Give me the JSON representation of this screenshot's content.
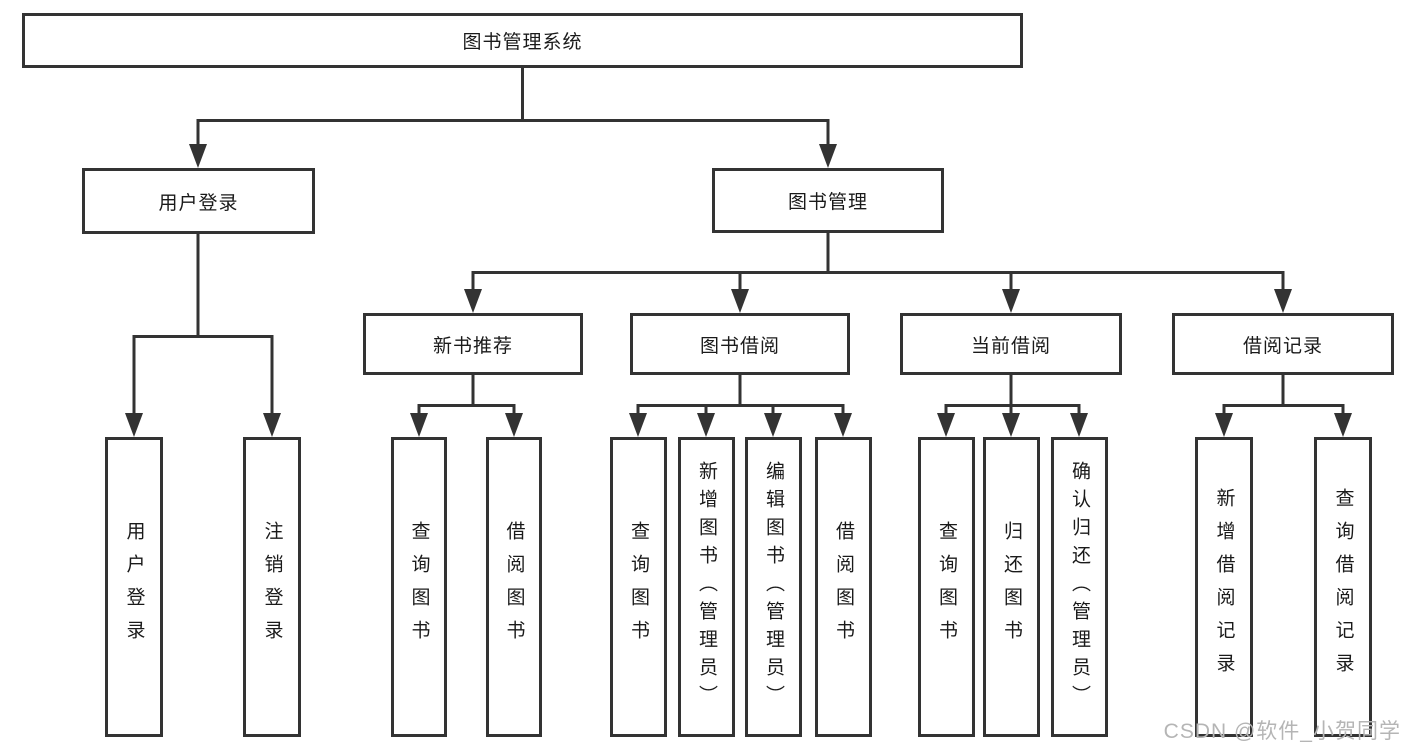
{
  "watermark": "CSDN @软件_小贺同学",
  "colors": {
    "line": "#333333",
    "box_border": "#333333",
    "text": "#1a1a1a",
    "watermark": "#b5b5b5",
    "background": "#ffffff"
  },
  "tree": {
    "label": "图书管理系统",
    "children": [
      {
        "label": "用户登录",
        "children": [
          {
            "label": "用户登录"
          },
          {
            "label": "注销登录"
          }
        ]
      },
      {
        "label": "图书管理",
        "children": [
          {
            "label": "新书推荐",
            "children": [
              {
                "label": "查询图书"
              },
              {
                "label": "借阅图书"
              }
            ]
          },
          {
            "label": "图书借阅",
            "children": [
              {
                "label": "查询图书"
              },
              {
                "label": "新增图书（管理员）"
              },
              {
                "label": "编辑图书（管理员）"
              },
              {
                "label": "借阅图书"
              }
            ]
          },
          {
            "label": "当前借阅",
            "children": [
              {
                "label": "查询图书"
              },
              {
                "label": "归还图书"
              },
              {
                "label": "确认归还（管理员）"
              }
            ]
          },
          {
            "label": "借阅记录",
            "children": [
              {
                "label": "新增借阅记录"
              },
              {
                "label": "查询借阅记录"
              }
            ]
          }
        ]
      }
    ]
  }
}
